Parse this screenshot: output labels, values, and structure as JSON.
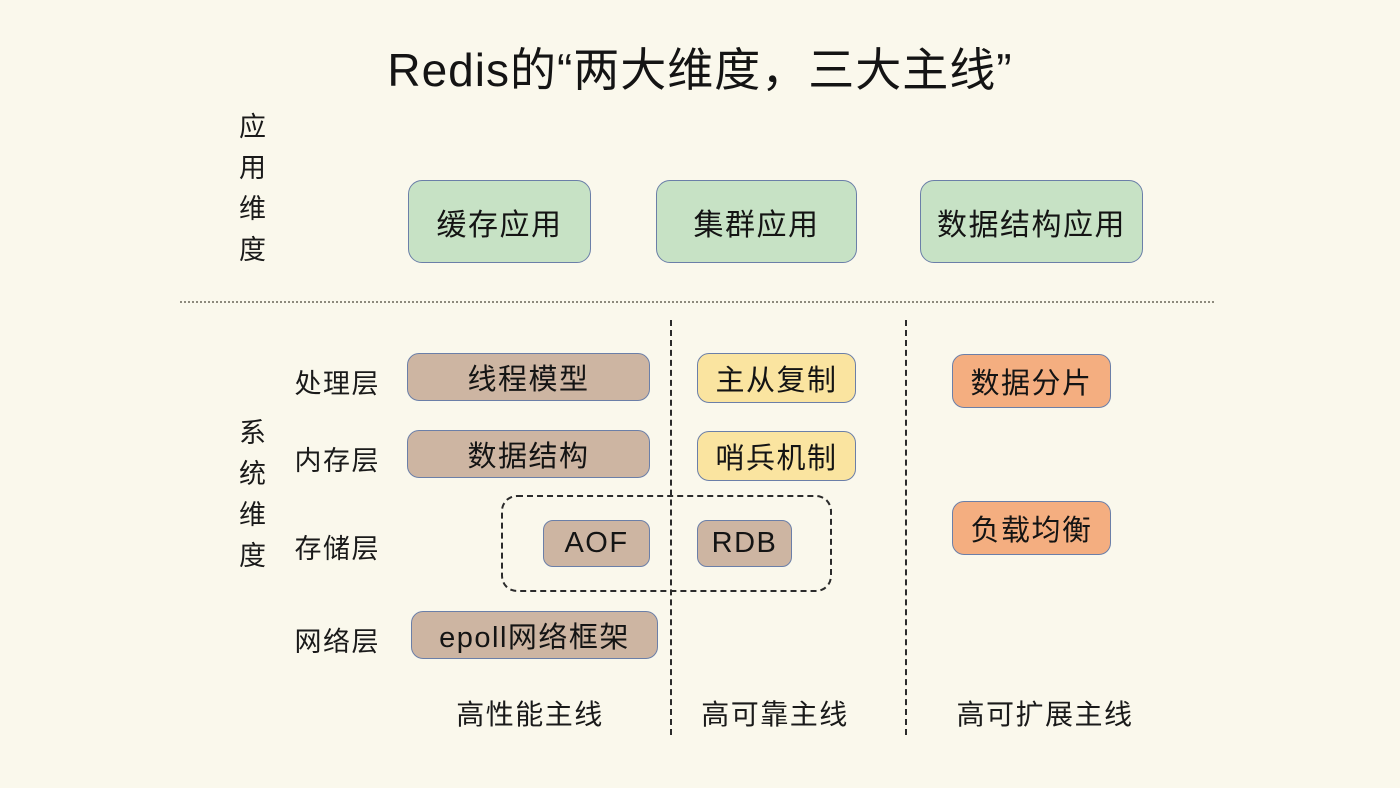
{
  "title": "Redis的“两大维度，三大主线”",
  "dimensions": {
    "application": "应用维度",
    "system": "系统维度"
  },
  "layers": [
    {
      "key": "processing",
      "label": "处理层"
    },
    {
      "key": "memory",
      "label": "内存层"
    },
    {
      "key": "storage",
      "label": "存储层"
    },
    {
      "key": "network",
      "label": "网络层"
    }
  ],
  "application_nodes": [
    {
      "label": "缓存应用",
      "color": "#c7e2c5"
    },
    {
      "label": "集群应用",
      "color": "#c7e2c5"
    },
    {
      "label": "数据结构应用",
      "color": "#c7e2c5"
    }
  ],
  "system_nodes": {
    "performance": [
      {
        "label": "线程模型",
        "layer": "处理层",
        "color": "#cdb5a2"
      },
      {
        "label": "数据结构",
        "layer": "内存层",
        "color": "#cdb5a2"
      },
      {
        "label": "AOF",
        "layer": "存储层",
        "color": "#cdb5a2"
      },
      {
        "label": "epoll网络框架",
        "layer": "网络层",
        "color": "#cdb5a2"
      }
    ],
    "reliability": [
      {
        "label": "主从复制",
        "layer": "处理层",
        "color": "#fae4a0"
      },
      {
        "label": "哨兵机制",
        "layer": "内存层",
        "color": "#fae4a0"
      },
      {
        "label": "RDB",
        "layer": "存储层",
        "color": "#cdb5a2"
      }
    ],
    "scalability": [
      {
        "label": "数据分片",
        "layer": "处理层",
        "color": "#f4ae80"
      },
      {
        "label": "负载均衡",
        "layer": "存储层",
        "color": "#f4ae80"
      }
    ]
  },
  "tracks": [
    {
      "key": "performance",
      "label": "高性能主线"
    },
    {
      "key": "reliability",
      "label": "高可靠主线"
    },
    {
      "key": "scalability",
      "label": "高可扩展主线"
    }
  ],
  "colors": {
    "background": "#faf8ec",
    "node_border": "#6b7fa8",
    "green": "#c7e2c5",
    "brown": "#cdb5a2",
    "yellow": "#fae4a0",
    "orange": "#f4ae80",
    "divider_dotted": "#8d8a7d",
    "divider_dashed": "#2b2b2b"
  }
}
